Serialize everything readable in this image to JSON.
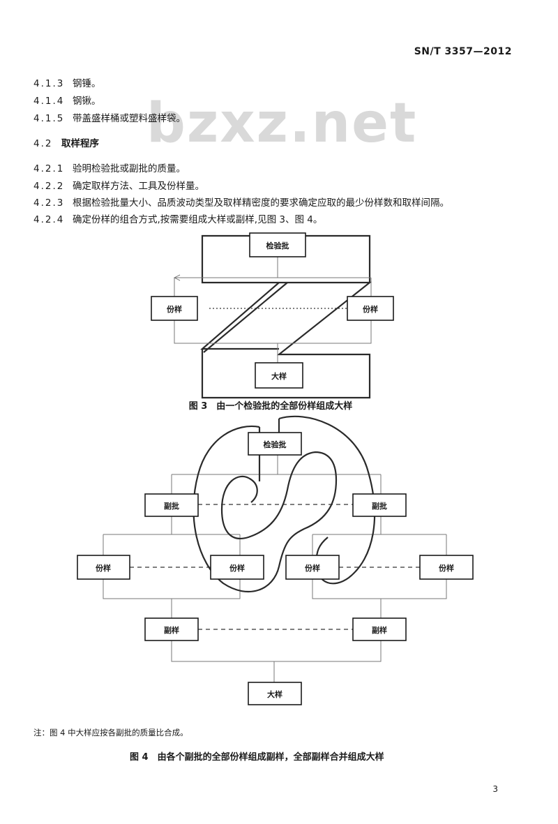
{
  "header": {
    "standard_number": "SN/T 3357—2012"
  },
  "watermark": "bzxz.net",
  "clauses": [
    {
      "num": "4.1.3",
      "text": "钢锤。"
    },
    {
      "num": "4.1.4",
      "text": "钢锹。"
    },
    {
      "num": "4.1.5",
      "text": "带盖盛样桶或塑料盛样袋。"
    }
  ],
  "section": {
    "num": "4.2",
    "title": "取样程序"
  },
  "steps": [
    {
      "num": "4.2.1",
      "text": "验明检验批或副批的质量。"
    },
    {
      "num": "4.2.2",
      "text": "确定取样方法、工具及份样量。"
    },
    {
      "num": "4.2.3",
      "text": "根据检验批量大小、品质波动类型及取样精密度的要求确定应取的最少份样数和取样间隔。"
    },
    {
      "num": "4.2.4",
      "text": "确定份样的组合方式,按需要组成大样或副样,见图 3、图 4。"
    }
  ],
  "figure3": {
    "inspection_lot": "检验批",
    "increment_left": "份样",
    "increment_right": "份样",
    "gross_sample": "大样",
    "caption": "图 3　由一个检验批的全部份样组成大样"
  },
  "figure4": {
    "inspection_lot": "检验批",
    "sub_lot_left": "副批",
    "sub_lot_right": "副批",
    "increments": [
      "份样",
      "份样",
      "份样",
      "份样"
    ],
    "sub_sample_left": "副样",
    "sub_sample_right": "副样",
    "gross_sample": "大样",
    "note": "注：图 4 中大样应按各副批的质量比合成。",
    "caption": "图 4　由各个副批的全部份样组成副样，全部副样合并组成大样"
  },
  "page_number": "3"
}
